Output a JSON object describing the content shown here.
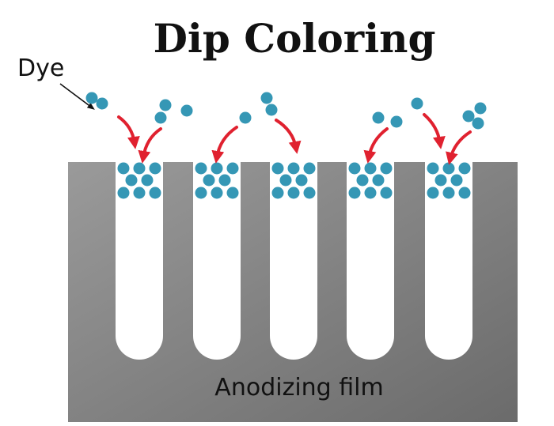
{
  "title": "Dip Coloring",
  "dye_label": "Dye",
  "film_label": "Anodizing film",
  "colors": {
    "dye": "#3597b5",
    "arrow": "#e0212f",
    "film_light": "#9a9a9a",
    "film_dark": "#6b6b6b",
    "pore": "#ffffff",
    "text": "#111111"
  }
}
